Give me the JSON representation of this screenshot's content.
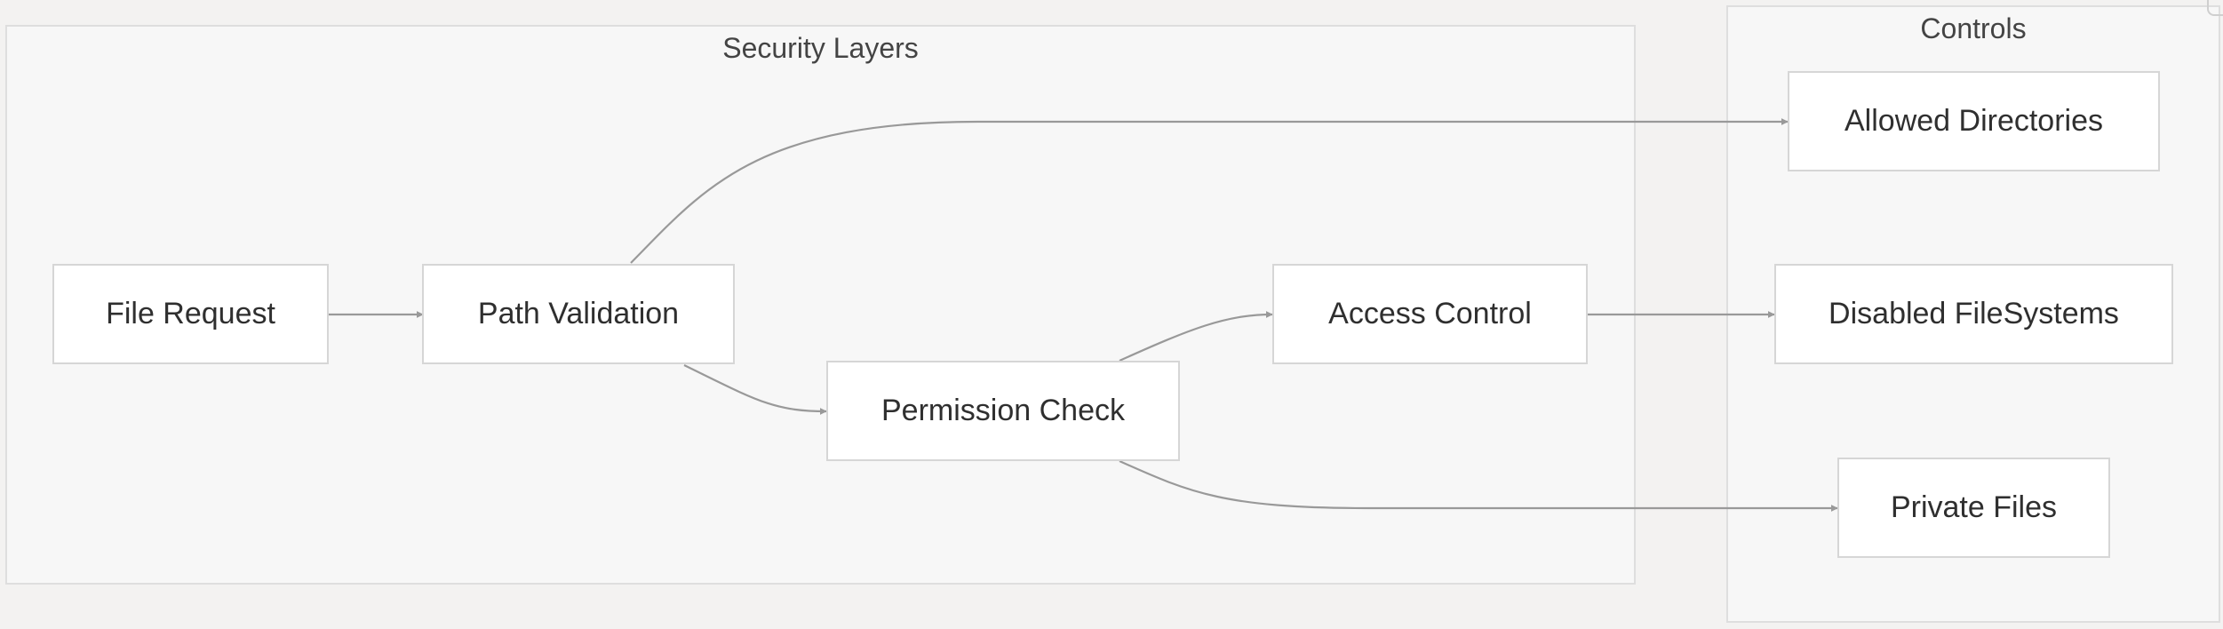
{
  "groups": {
    "security_layers": {
      "title": "Security Layers"
    },
    "controls": {
      "title": "Controls"
    }
  },
  "nodes": {
    "file_request": "File Request",
    "path_validation": "Path Validation",
    "permission_check": "Permission Check",
    "access_control": "Access Control",
    "allowed_directories": "Allowed Directories",
    "disabled_filesystems": "Disabled FileSystems",
    "private_files": "Private Files"
  },
  "edges": [
    {
      "from": "file_request",
      "to": "path_validation"
    },
    {
      "from": "path_validation",
      "to": "allowed_directories"
    },
    {
      "from": "path_validation",
      "to": "permission_check"
    },
    {
      "from": "permission_check",
      "to": "access_control"
    },
    {
      "from": "access_control",
      "to": "disabled_filesystems"
    },
    {
      "from": "permission_check",
      "to": "private_files"
    }
  ],
  "colors": {
    "background": "#f3f2f1",
    "group_fill": "#f7f7f7",
    "group_border": "#dedede",
    "node_fill": "#ffffff",
    "node_border": "#d6d6d6",
    "edge": "#999999"
  }
}
